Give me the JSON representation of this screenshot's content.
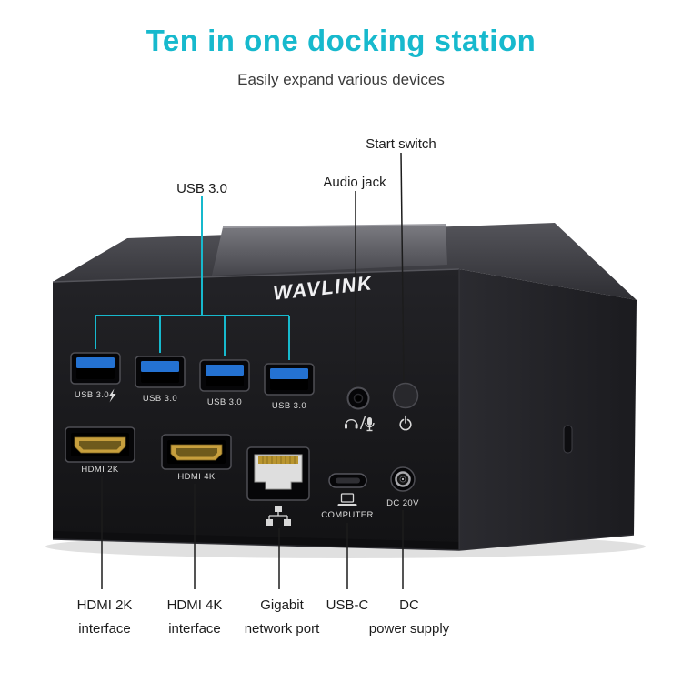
{
  "header": {
    "title": "Ten in one docking station",
    "subtitle": "Easily expand various devices"
  },
  "callouts": {
    "usb": {
      "label": "USB 3.0"
    },
    "audio": {
      "label": "Audio jack"
    },
    "power": {
      "label": "Start switch"
    },
    "hdmi2k": {
      "line1": "HDMI 2K",
      "line2": "interface"
    },
    "hdmi4k": {
      "line1": "HDMI 4K",
      "line2": "interface"
    },
    "ethernet": {
      "line1": "Gigabit",
      "line2": "network port"
    },
    "usbc": {
      "label": "USB-C"
    },
    "dc": {
      "line1": "DC",
      "line2": "power supply"
    }
  },
  "device": {
    "brand": "WAVLINK",
    "ports": {
      "usb1_label": "USB 3.0",
      "usb2_label": "USB 3.0",
      "usb3_label": "USB 3.0",
      "usb4_label": "USB 3.0",
      "hdmi2k_label": "HDMI 2K",
      "hdmi4k_label": "HDMI 4K",
      "usbc_label": "COMPUTER",
      "dc_label": "DC 20V"
    },
    "icons": {
      "audio": "headset-mic-icon",
      "power": "power-icon",
      "ethernet": "ethernet-icon",
      "usbc": "laptop-icon",
      "usb_charge": "charge-bolt-icon"
    }
  },
  "colors": {
    "accent": "#17b9cd",
    "usb_blue": "#2472d2",
    "hdmi_gold": "#c79f3d",
    "line": "#1c1c1c"
  }
}
